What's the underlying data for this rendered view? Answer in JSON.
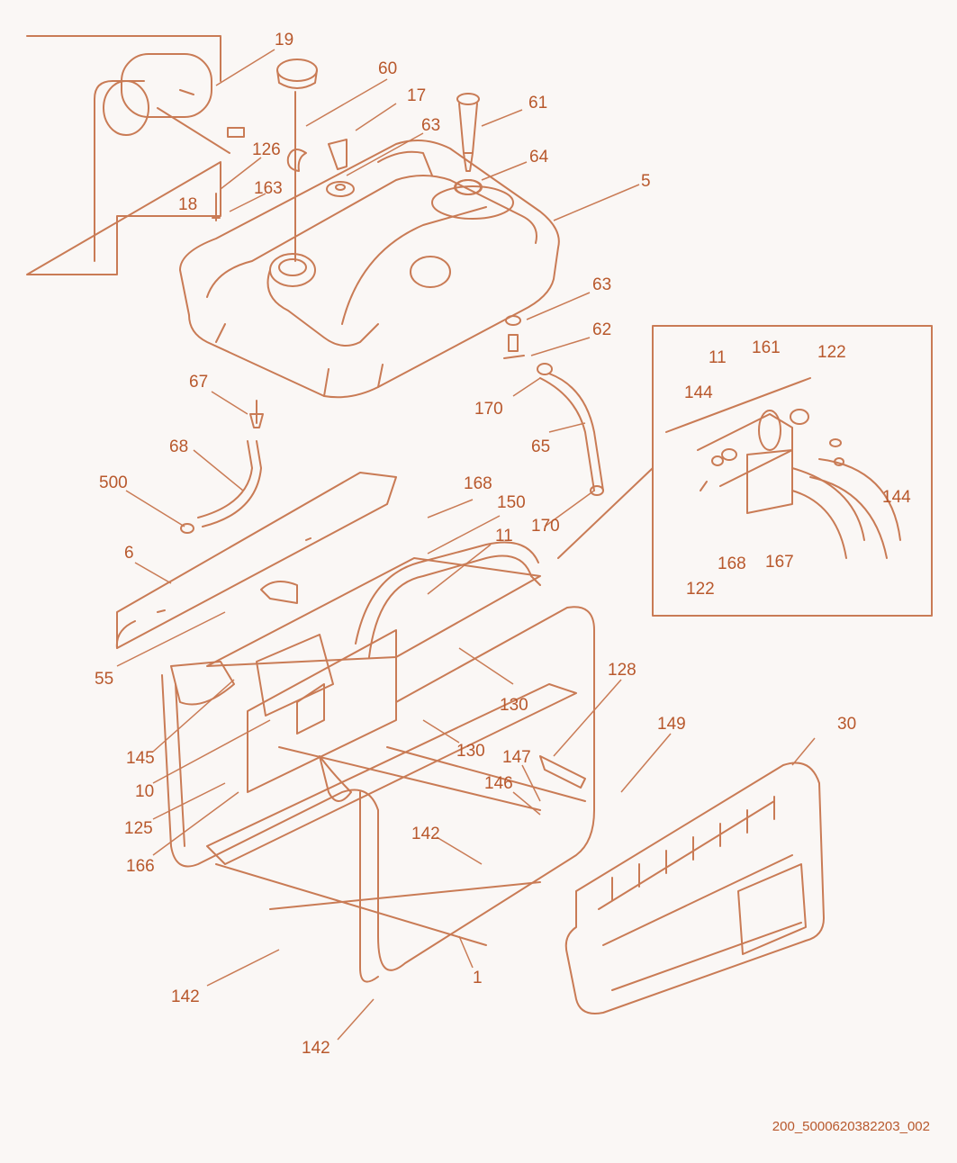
{
  "colors": {
    "line": "#c97b55",
    "label": "#b8582c",
    "background": "#faf7f5"
  },
  "callouts": [
    "19",
    "60",
    "17",
    "63",
    "61",
    "64",
    "5",
    "126",
    "18",
    "163",
    "63",
    "62",
    "67",
    "170",
    "65",
    "68",
    "500",
    "168",
    "150",
    "170",
    "6",
    "11",
    "55",
    "130",
    "130",
    "145",
    "10",
    "125",
    "166",
    "128",
    "149",
    "30",
    "147",
    "146",
    "142",
    "142",
    "142",
    "1",
    "11",
    "161",
    "122",
    "144",
    "144",
    "122",
    "168",
    "167"
  ],
  "drawing_code": "200_5000620382203_002"
}
